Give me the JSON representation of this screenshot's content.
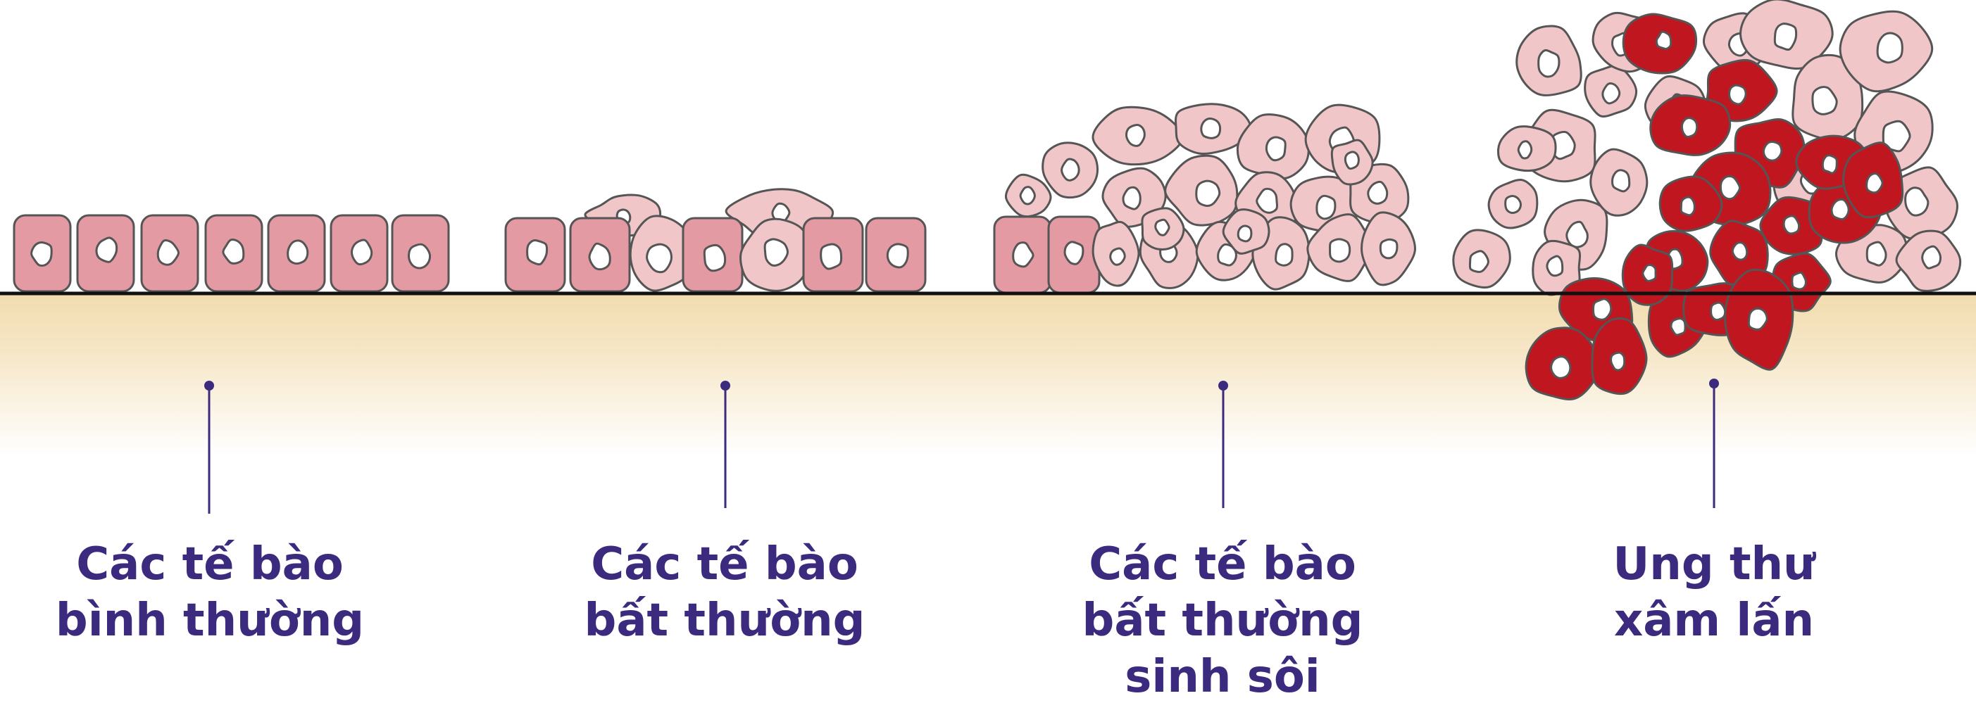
{
  "colors": {
    "label_text": "#3b2a7e",
    "callout_line": "#3b2a7e",
    "tissue_top": "#f2dcaf",
    "tissue_bottom": "#ffffff",
    "basement_line": "#111111",
    "normal_cell": "#e39aa3",
    "abnormal_cell": "#f0c6c8",
    "cancer_cell": "#c0161f",
    "cell_outline": "#555555",
    "nucleus": "#ffffff"
  },
  "stages": [
    {
      "id": "normal",
      "label_lines": [
        "Các tế bào",
        "bình thường"
      ]
    },
    {
      "id": "abnormal",
      "label_lines": [
        "Các tế bào",
        "bất thường"
      ]
    },
    {
      "id": "proliferating",
      "label_lines": [
        "Các tế bào",
        "bất thường",
        "sinh sôi"
      ]
    },
    {
      "id": "invasive",
      "label_lines": [
        "Ung thư",
        "xâm lấn"
      ]
    }
  ]
}
